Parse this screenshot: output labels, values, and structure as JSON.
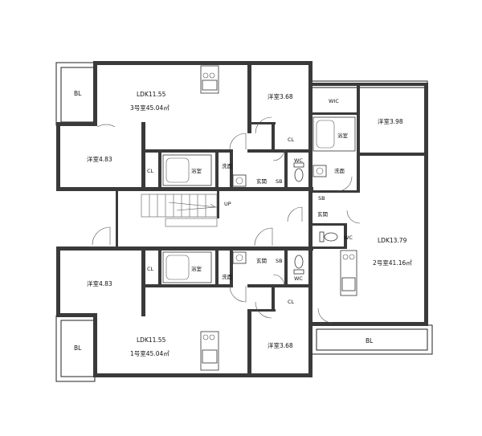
{
  "unit1": {
    "ldk": "LDK11.55",
    "info": "1号室45.04㎡",
    "bedroom": "洋室4.83",
    "room2": "洋室3.68",
    "bath": "浴室",
    "wash": "洗面",
    "cl": "CL",
    "entrance": "玄関",
    "sb": "SB",
    "wc": "WC",
    "balcony": "BL"
  },
  "unit2": {
    "ldk": "LDK13.79",
    "info": "2号室41.16㎡",
    "room": "洋室3.98",
    "wic": "WIC",
    "bath": "浴室",
    "wash": "洗面",
    "entrance": "玄関",
    "sb": "SB",
    "wc": "WC",
    "balcony": "BL"
  },
  "unit3": {
    "ldk": "LDK11.55",
    "info": "3号室45.04㎡",
    "bedroom": "洋室4.83",
    "room2": "洋室3.68",
    "bath": "浴室",
    "wash": "洗面",
    "cl_a": "CL",
    "cl_b": "CL",
    "entrance": "玄関",
    "sb": "SB",
    "wc": "WC",
    "balcony": "BL"
  },
  "stair": {
    "up": "UP"
  }
}
